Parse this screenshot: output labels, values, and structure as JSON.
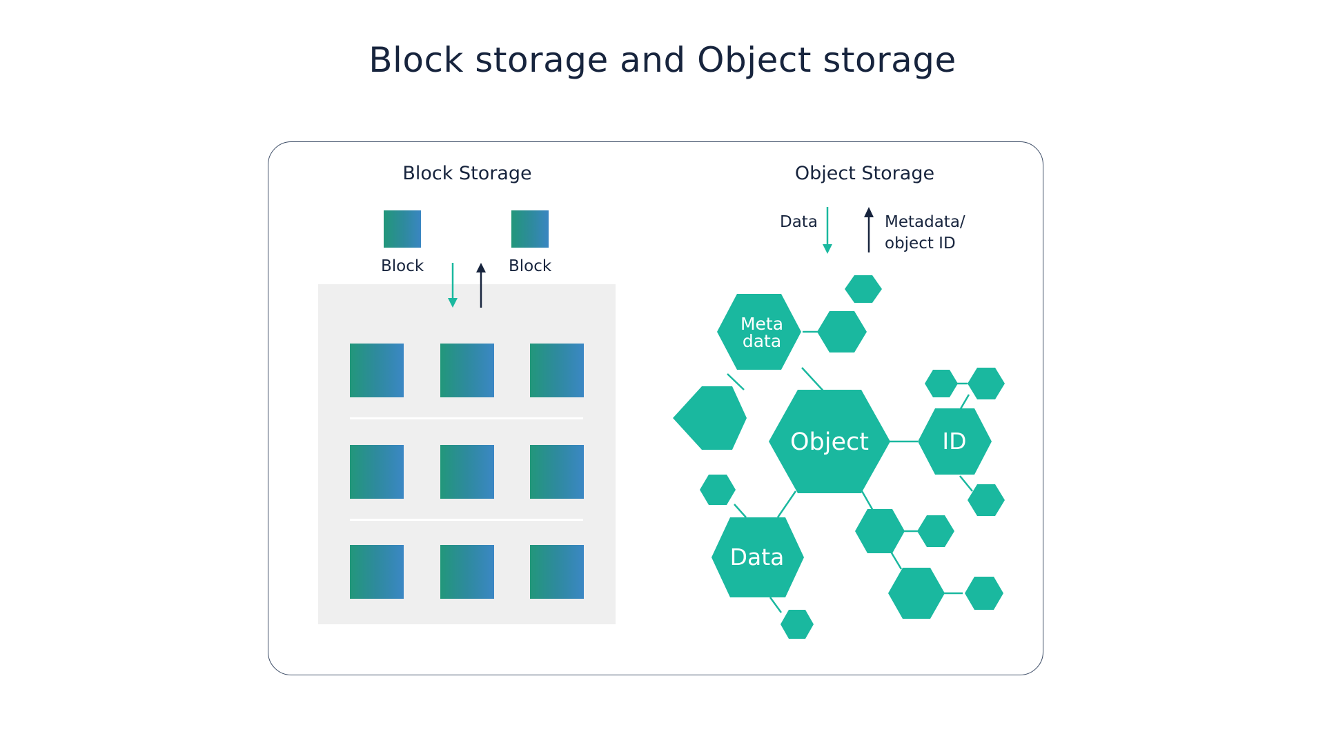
{
  "title": "Block storage and Object storage",
  "block_storage": {
    "heading": "Block Storage",
    "block_label_left": "Block",
    "block_label_right": "Block"
  },
  "object_storage": {
    "heading": "Object Storage",
    "data_label": "Data",
    "metadata_label_line1": "Metadata/",
    "metadata_label_line2": "object ID",
    "hex_metadata_line1": "Meta",
    "hex_metadata_line2": "data",
    "hex_object": "Object",
    "hex_id": "ID",
    "hex_data": "Data"
  },
  "colors": {
    "teal": "#1ab89f",
    "navy": "#17243d",
    "rack_bg": "#efefef",
    "block_gradient_start": "#22977a",
    "block_gradient_end": "#3a86c2"
  },
  "icons": {
    "down_arrow": "arrow-down-icon",
    "up_arrow": "arrow-up-icon"
  }
}
